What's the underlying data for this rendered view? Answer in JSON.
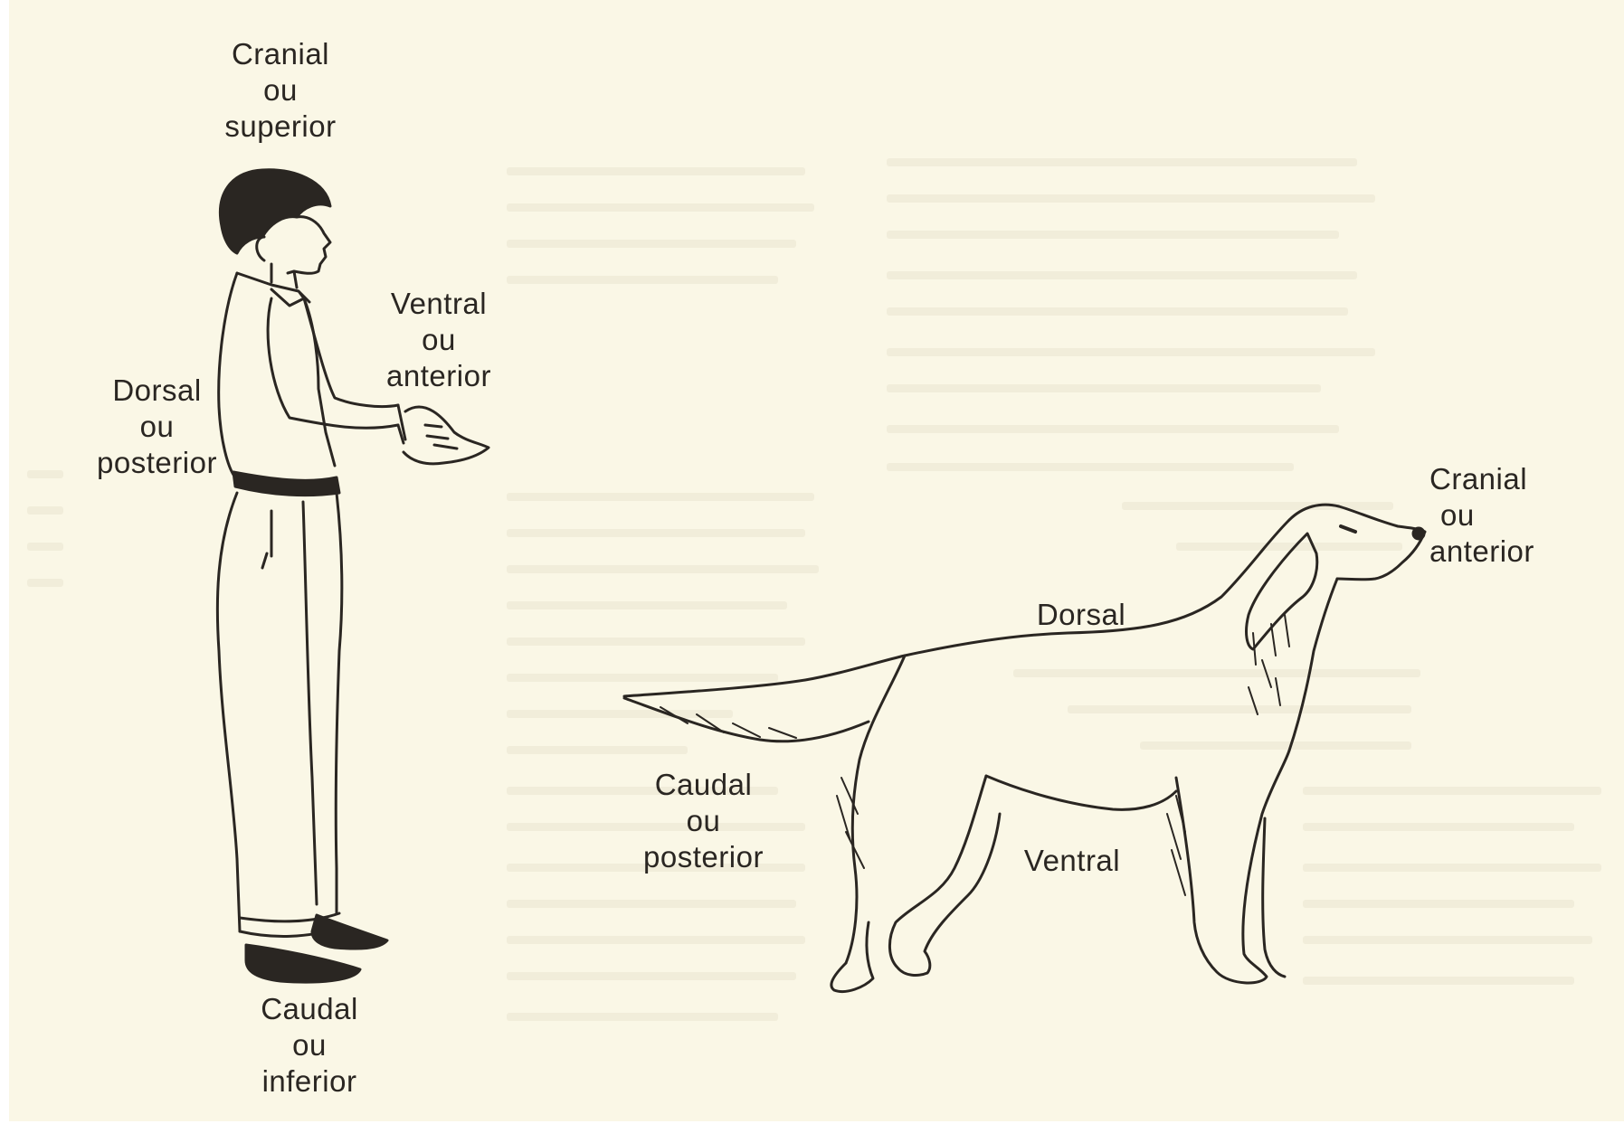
{
  "labels": {
    "human_cranial": [
      "Cranial",
      "ou",
      "superior"
    ],
    "human_ventral": [
      "Ventral",
      "ou",
      "anterior"
    ],
    "human_dorsal": [
      "Dorsal",
      "ou",
      "posterior"
    ],
    "human_caudal": [
      "Caudal",
      "ou",
      "inferior"
    ],
    "dog_cranial": [
      "Cranial",
      "ou",
      "anterior"
    ],
    "dog_dorsal": "Dorsal",
    "dog_caudal": [
      "Caudal",
      "ou",
      "posterior"
    ],
    "dog_ventral": "Ventral"
  },
  "colors": {
    "paper": "#faf7e6",
    "ink": "#2a2622",
    "bleed_through": "#e9e5d0"
  }
}
